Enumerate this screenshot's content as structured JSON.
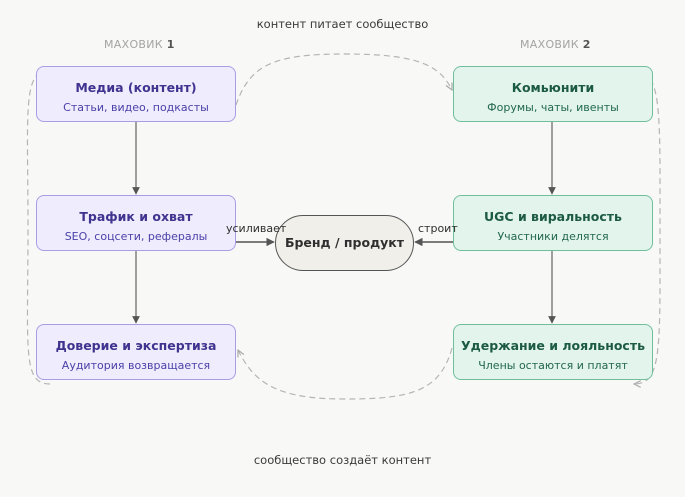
{
  "captions": {
    "top": "контент питает сообщество",
    "bottom": "сообщество создаёт контент"
  },
  "flywheel1": {
    "label": "МАХОВИК",
    "number": "1",
    "nodes": [
      {
        "title": "Медиа (контент)",
        "subtitle": "Статьи, видео, подкасты"
      },
      {
        "title": "Трафик и охват",
        "subtitle": "SEO, соцсети, рефералы"
      },
      {
        "title": "Доверие и экспертиза",
        "subtitle": "Аудитория возвращается"
      }
    ]
  },
  "flywheel2": {
    "label": "МАХОВИК",
    "number": "2",
    "nodes": [
      {
        "title": "Комьюнити",
        "subtitle": "Форумы, чаты, ивенты"
      },
      {
        "title": "UGC и виральность",
        "subtitle": "Участники делятся"
      },
      {
        "title": "Удержание и лояльность",
        "subtitle": "Члены остаются и платят"
      }
    ]
  },
  "center": {
    "label": "Бренд / продукт"
  },
  "edges": {
    "left_label": "усиливает",
    "right_label": "строит"
  },
  "colors": {
    "purple_fill": "#eeecfd",
    "purple_stroke": "#a99de6",
    "green_fill": "#e2f4ec",
    "green_stroke": "#6fbf9b",
    "arrow": "#555555",
    "dashed": "#b5b5b5"
  }
}
